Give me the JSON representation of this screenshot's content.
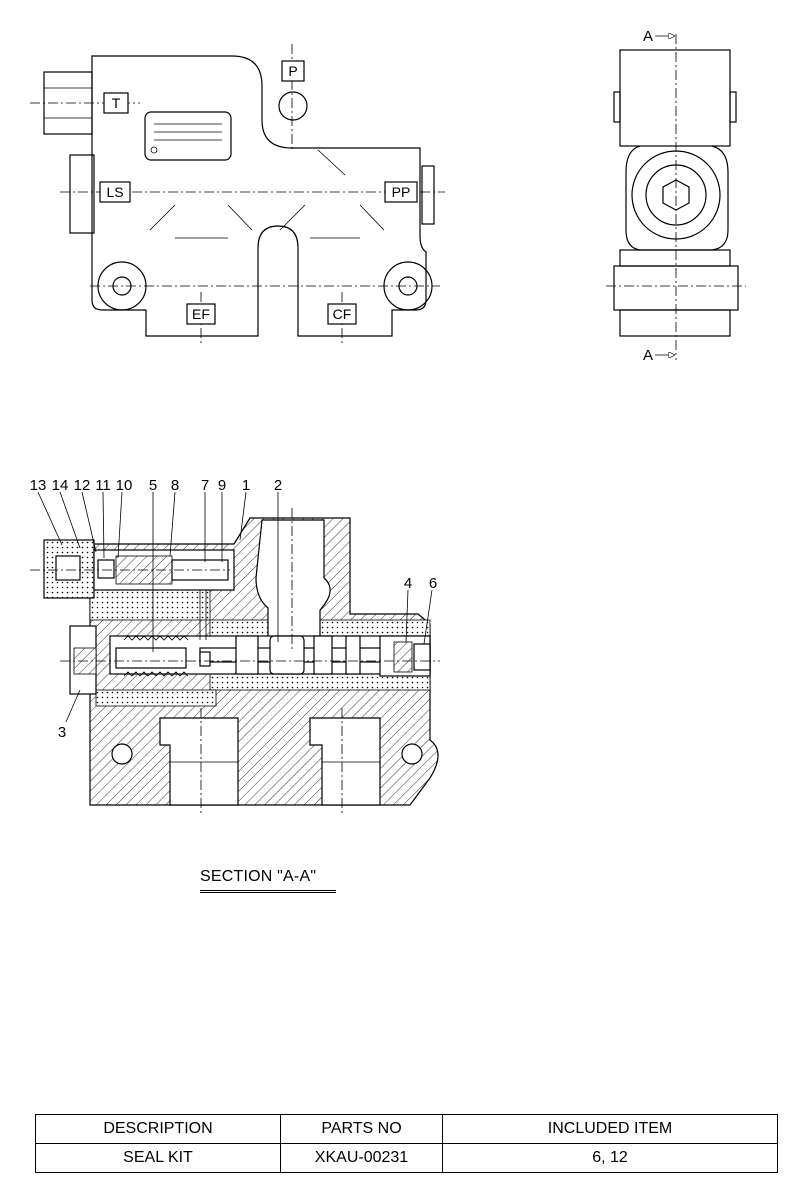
{
  "ports": {
    "t": "T",
    "p": "P",
    "ls": "LS",
    "pp": "PP",
    "ef": "EF",
    "cf": "CF"
  },
  "section_marks": {
    "top": "A",
    "bottom": "A"
  },
  "callouts": {
    "c1": "1",
    "c2": "2",
    "c3": "3",
    "c4": "4",
    "c5": "5",
    "c6": "6",
    "c7": "7",
    "c8": "8",
    "c9": "9",
    "c10": "10",
    "c11": "11",
    "c12": "12",
    "c13": "13",
    "c14": "14"
  },
  "section_title": "SECTION \"A-A\"",
  "parts_table": {
    "headers": [
      "DESCRIPTION",
      "PARTS NO",
      "INCLUDED ITEM"
    ],
    "rows": [
      [
        "SEAL KIT",
        "XKAU-00231",
        "6, 12"
      ]
    ]
  }
}
